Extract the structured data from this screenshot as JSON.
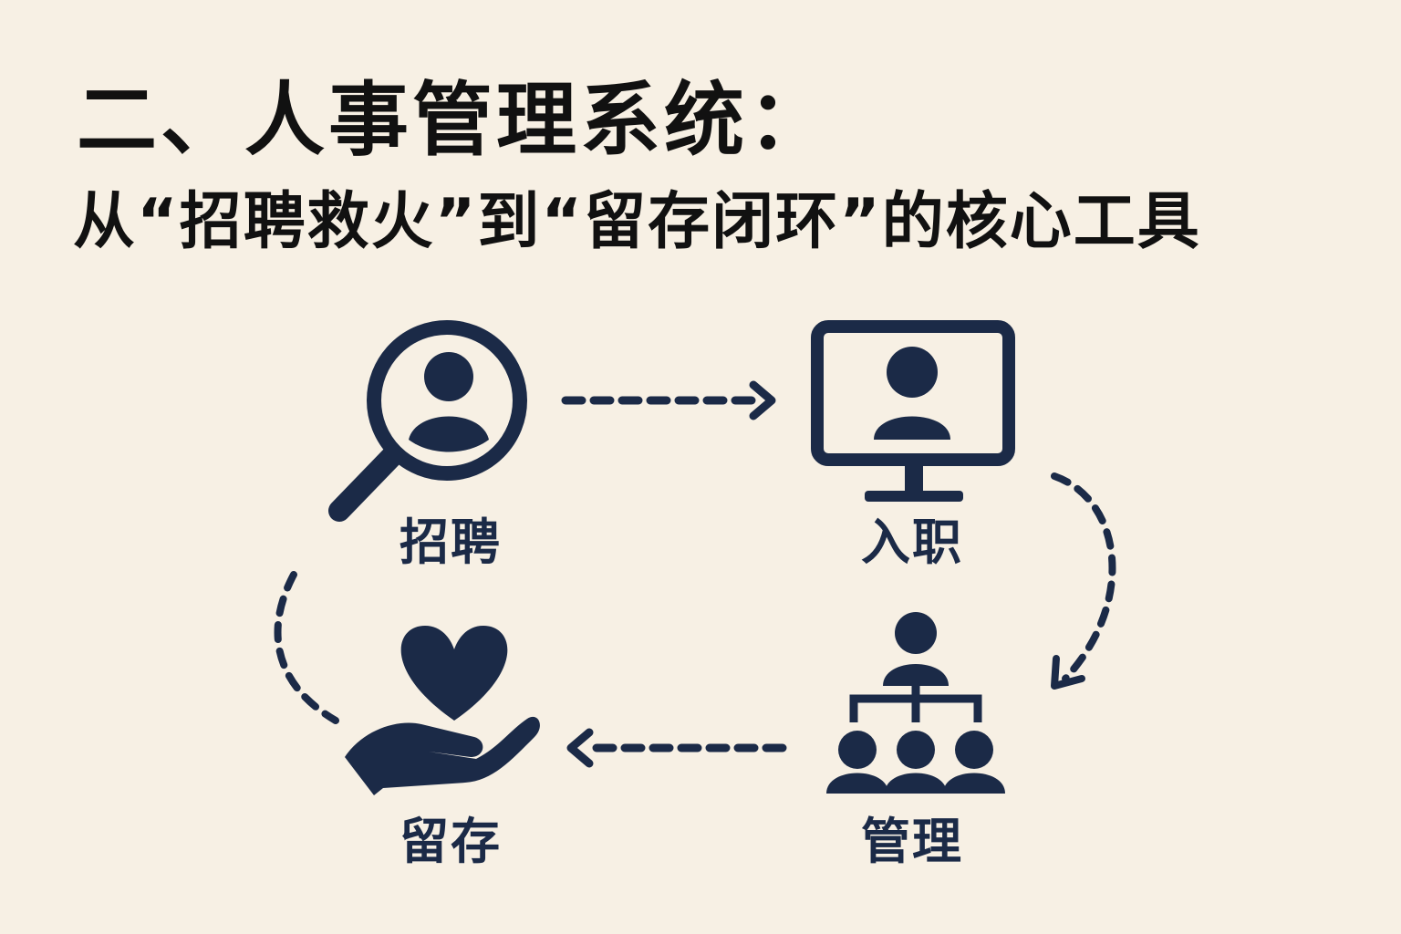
{
  "title": "二、人事管理系统：",
  "subtitle": "从“招聘救火”到“留存闭环”的核心工具",
  "nodes": {
    "recruit": {
      "label": "招聘",
      "icon": "magnifier-person-icon"
    },
    "onboard": {
      "label": "入职",
      "icon": "monitor-person-icon"
    },
    "manage": {
      "label": "管理",
      "icon": "org-chart-icon"
    },
    "retain": {
      "label": "留存",
      "icon": "hand-heart-icon"
    }
  },
  "colors": {
    "background": "#f7f0e4",
    "ink": "#1b2a47",
    "title": "#111111"
  }
}
